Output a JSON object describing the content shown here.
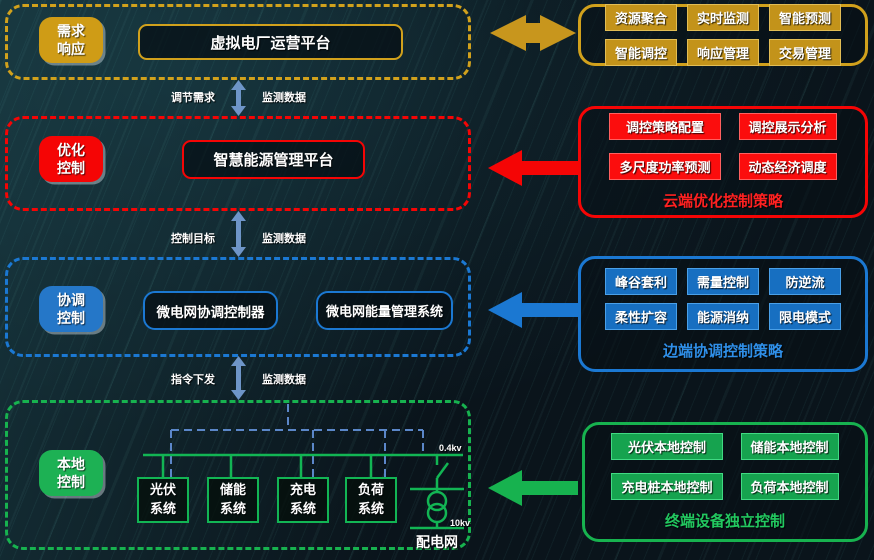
{
  "colors": {
    "demand_accent": "#d1a11c",
    "optimize_accent": "#f50505",
    "coordinate_accent": "#1b78d2",
    "local_accent": "#17b24f",
    "link_arrow": "#6e95c8"
  },
  "layers": {
    "demand": {
      "badge": "需求\n响应",
      "platform": "虚拟电厂运营平台"
    },
    "optimize": {
      "badge": "优化\n控制",
      "platform": "智慧能源管理平台"
    },
    "coordinate": {
      "badge": "协调\n控制",
      "controller": "微电网协调控制器",
      "ems": "微电网能量管理系统"
    },
    "local": {
      "badge": "本地\n控制",
      "systems": [
        "光伏\n系统",
        "储能\n系统",
        "充电\n系统",
        "负荷\n系统"
      ],
      "bus_voltage": "0.4kv",
      "grid_voltage": "10kv",
      "grid_label": "配电网"
    }
  },
  "links": [
    {
      "down": "调节需求",
      "up": "监测数据"
    },
    {
      "down": "控制目标",
      "up": "监测数据"
    },
    {
      "down": "指令下发",
      "up": "监测数据"
    }
  ],
  "panels": {
    "demand": {
      "chips": [
        "资源聚合",
        "实时监测",
        "智能预测",
        "智能调控",
        "响应管理",
        "交易管理"
      ]
    },
    "cloud": {
      "chips": [
        "调控策略配置",
        "调控展示分析",
        "多尺度功率预测",
        "动态经济调度"
      ],
      "title": "云端优化控制策略"
    },
    "edge": {
      "chips": [
        "峰谷套利",
        "需量控制",
        "防逆流",
        "柔性扩容",
        "能源消纳",
        "限电模式"
      ],
      "title": "边端协调控制策略"
    },
    "terminal": {
      "chips": [
        "光伏本地控制",
        "储能本地控制",
        "充电桩本地控制",
        "负荷本地控制"
      ],
      "title": "终端设备独立控制"
    }
  }
}
